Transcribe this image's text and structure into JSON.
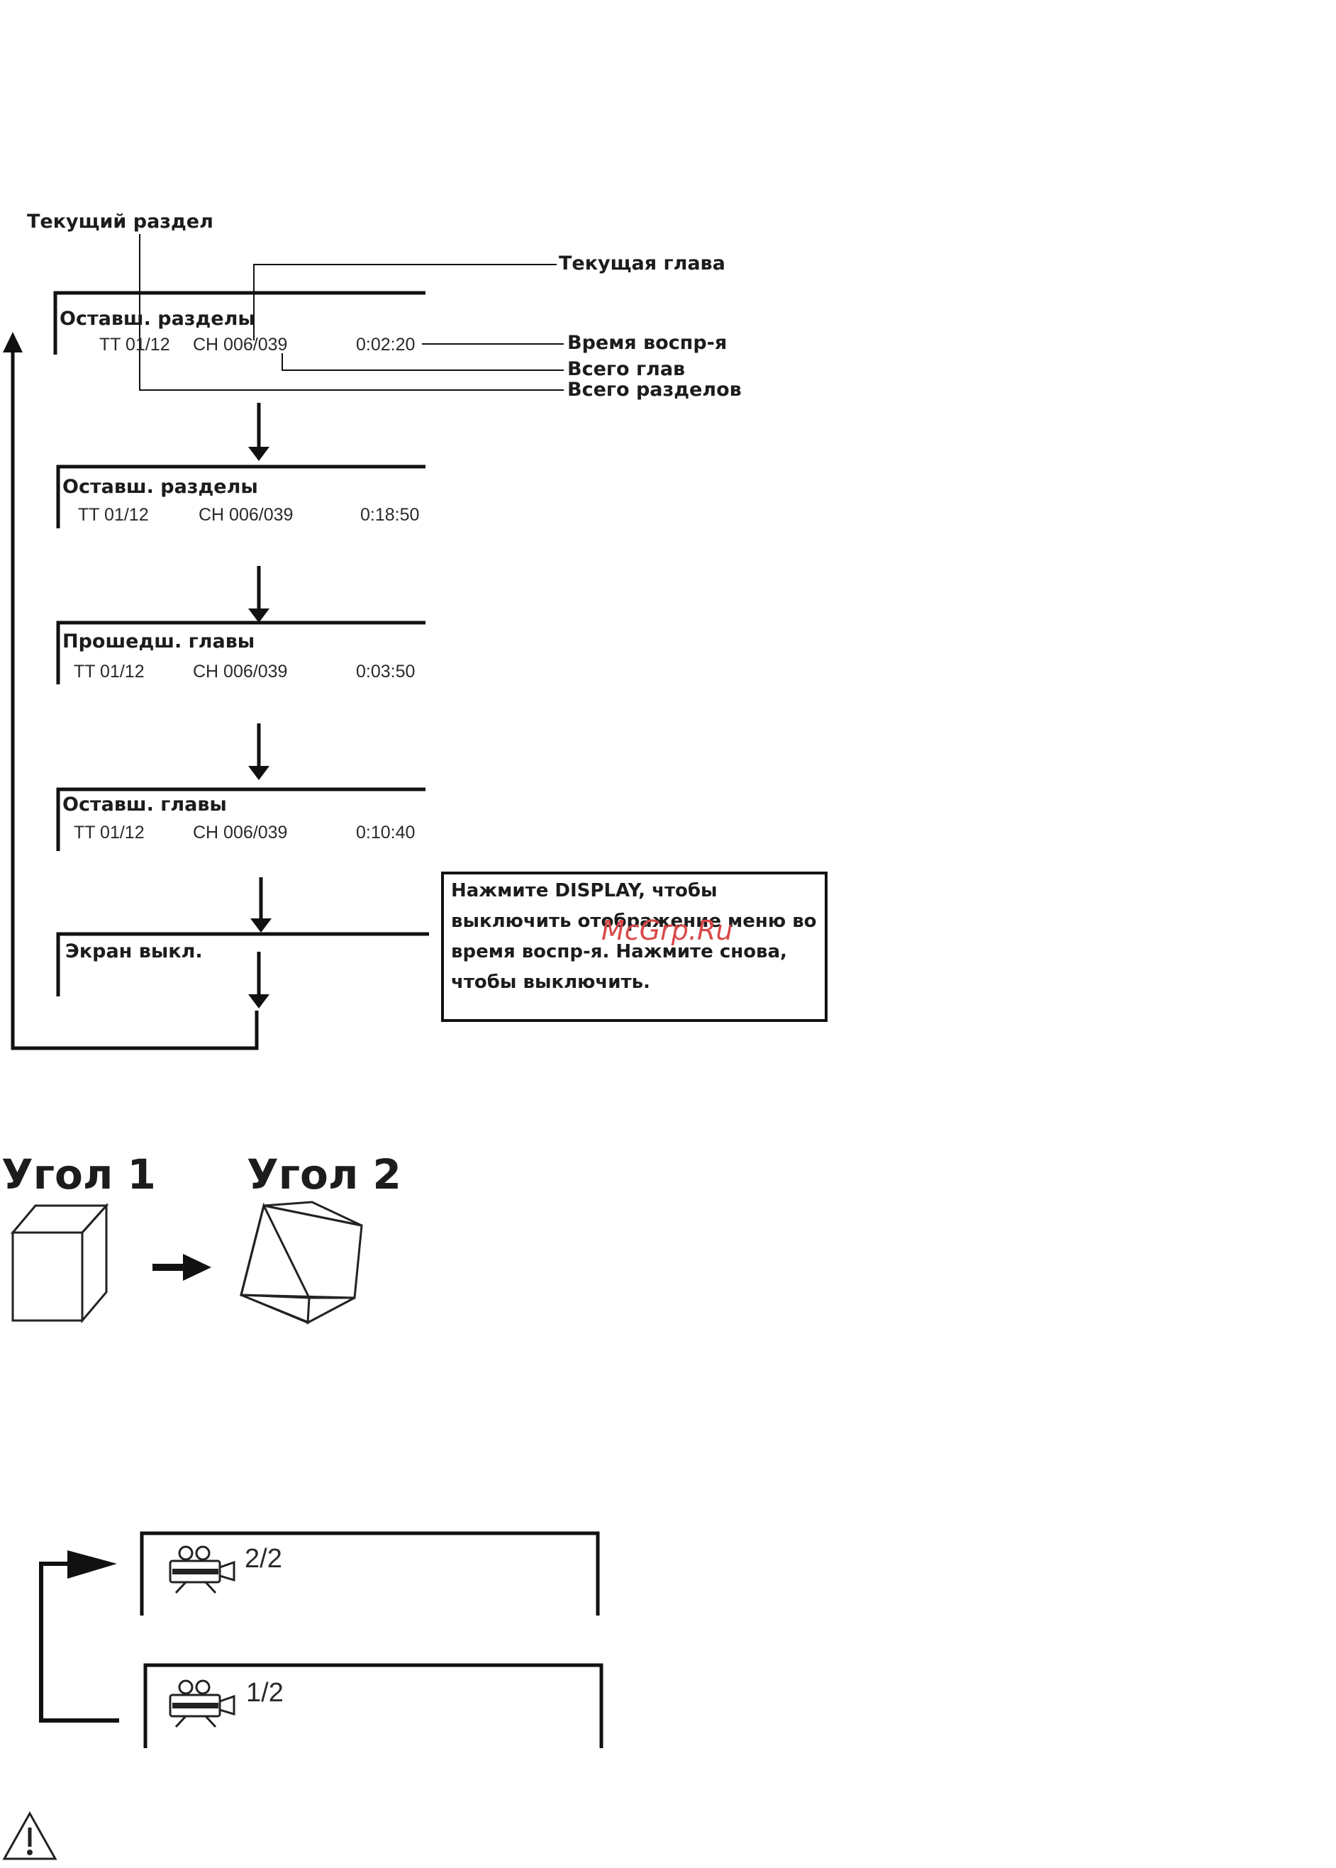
{
  "callouts": {
    "current_title": "Текущий раздел",
    "current_chapter": "Текущая глава",
    "play_time": "Время воспр-я",
    "total_chapters": "Всего глав",
    "total_titles": "Всего разделов"
  },
  "screens": [
    {
      "title": "Оставш. разделы",
      "tt": "TT  01/12",
      "ch": "CH  006/039",
      "time": "0:02:20"
    },
    {
      "title": "Оставш. разделы",
      "tt": "TT  01/12",
      "ch": "CH  006/039",
      "time": "0:18:50"
    },
    {
      "title": "Прошедш. главы",
      "tt": "TT  01/12",
      "ch": "CH  006/039",
      "time": "0:03:50"
    },
    {
      "title": "Оставш. главы",
      "tt": "TT  01/12",
      "ch": "CH  006/039",
      "time": "0:10:40"
    },
    {
      "title": "Экран выкл."
    }
  ],
  "note": "Нажмите DISPLAY, чтобы выключить отображение меню во время воспр-я. Нажмите снова, чтобы выключить.",
  "watermark": "McGrp.Ru",
  "angles": {
    "first": "Угол 1",
    "second": "Угол 2"
  },
  "angle_screens": [
    {
      "icon": "camera-icon",
      "value": "2/2"
    },
    {
      "icon": "camera-icon",
      "value": "1/2"
    }
  ],
  "footer_icon": "warning-icon"
}
